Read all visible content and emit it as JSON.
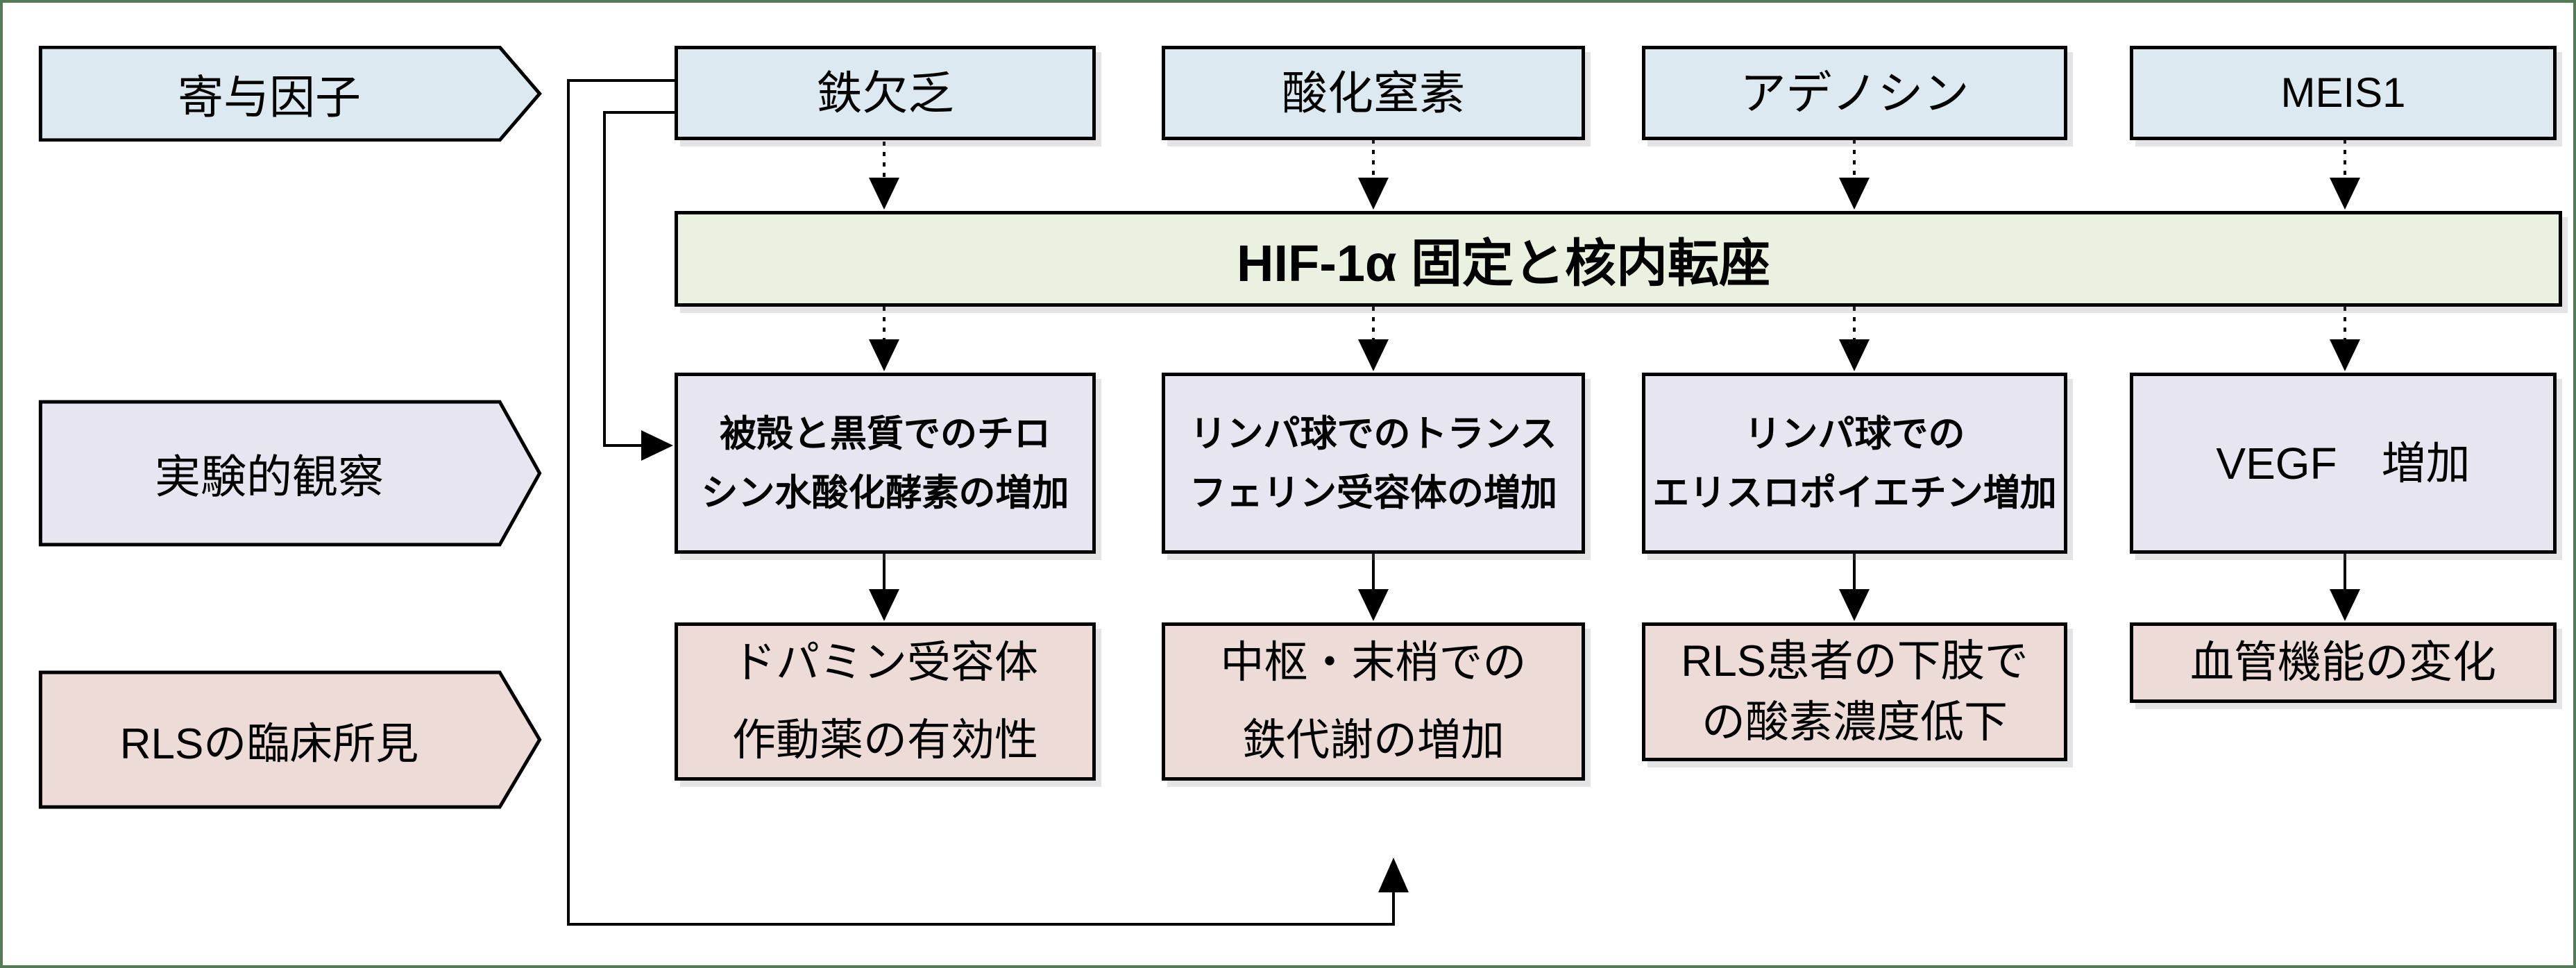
{
  "colors": {
    "frame": "#567a58",
    "border": "#000000",
    "line": "#000000",
    "blue": "#dce9f0",
    "green": "#ebf1e1",
    "lavender": "#e7e5ef",
    "rose": "#ecdbd6"
  },
  "row_labels": [
    {
      "label": "寄与因子"
    },
    {
      "label": "実験的観察"
    },
    {
      "label": "RLSの臨床所見"
    }
  ],
  "factors": [
    {
      "label": "鉄欠乏"
    },
    {
      "label": "酸化窒素"
    },
    {
      "label": "アデノシン"
    },
    {
      "label": "MEIS1"
    }
  ],
  "banner": {
    "label": "HIF-1α 固定と核内転座"
  },
  "observations": [
    {
      "line1": "被殻と黒質でのチロ",
      "line2": "シン水酸化酵素の増加"
    },
    {
      "line1": "リンパ球でのトランス",
      "line2": "フェリン受容体の増加"
    },
    {
      "line1": "リンパ球での",
      "line2": "エリスロポイエチン増加"
    },
    {
      "line1": "VEGF　増加",
      "line2": ""
    }
  ],
  "clinical_findings": [
    {
      "line1": "ドパミン受容体",
      "line2": "作動薬の有効性"
    },
    {
      "line1": "中枢・末梢での",
      "line2": "鉄代謝の増加"
    },
    {
      "line1": "RLS患者の下肢で",
      "line2": "の酸素濃度低下"
    },
    {
      "line1": "血管機能の変化",
      "line2": ""
    }
  ]
}
